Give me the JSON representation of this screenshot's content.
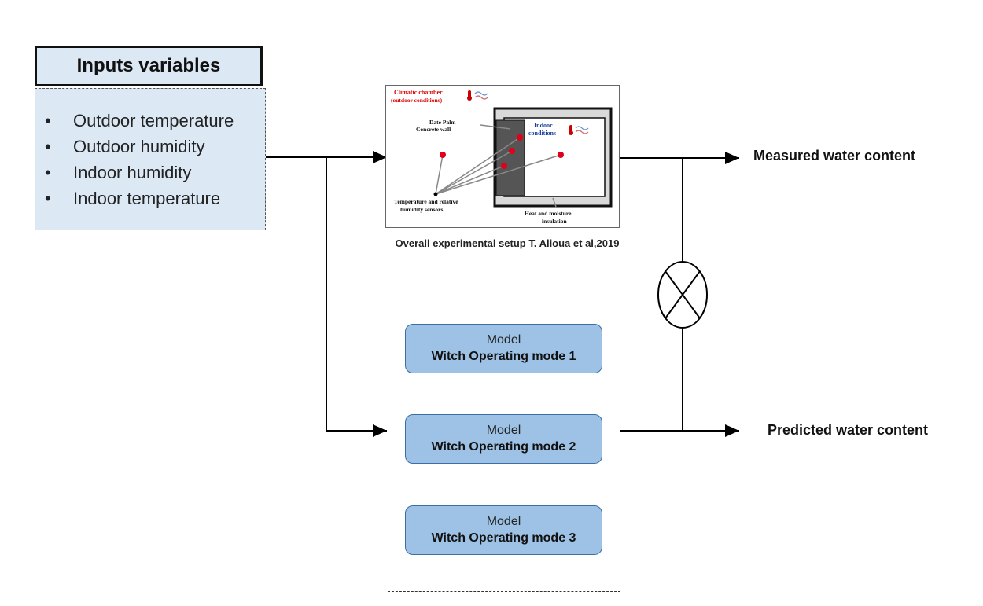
{
  "inputs": {
    "title": "Inputs variables",
    "items": [
      "Outdoor temperature",
      "Outdoor humidity",
      "Indoor humidity",
      "Indoor temperature"
    ]
  },
  "setup": {
    "climatic_chamber": "Climatic chamber",
    "outdoor_conditions": "(outdoor conditions)",
    "wall_line1": "Date Palm",
    "wall_line2": "Concrete wall",
    "indoor_line1": "Indoor",
    "indoor_line2": "conditions",
    "sensors_line1": "Temperature and relative",
    "sensors_line2": "humidity sensors",
    "insulation_line1": "Heat and moisture",
    "insulation_line2": "insulation",
    "caption": "Overall experimental setup T. Alioua et al,2019"
  },
  "models": [
    {
      "line1": "Model",
      "line2": "Witch Operating mode 1"
    },
    {
      "line1": "Model",
      "line2": "Witch Operating mode 2"
    },
    {
      "line1": "Model",
      "line2": "Witch Operating mode 3"
    }
  ],
  "outputs": {
    "measured": "Measured water content",
    "predicted": "Predicted water content"
  },
  "colors": {
    "input_fill": "#dce9f5",
    "model_fill": "#9ec2e6",
    "model_border": "#3a6ea5",
    "sensor_dot": "#e0001a",
    "wall_fill": "#555555"
  }
}
